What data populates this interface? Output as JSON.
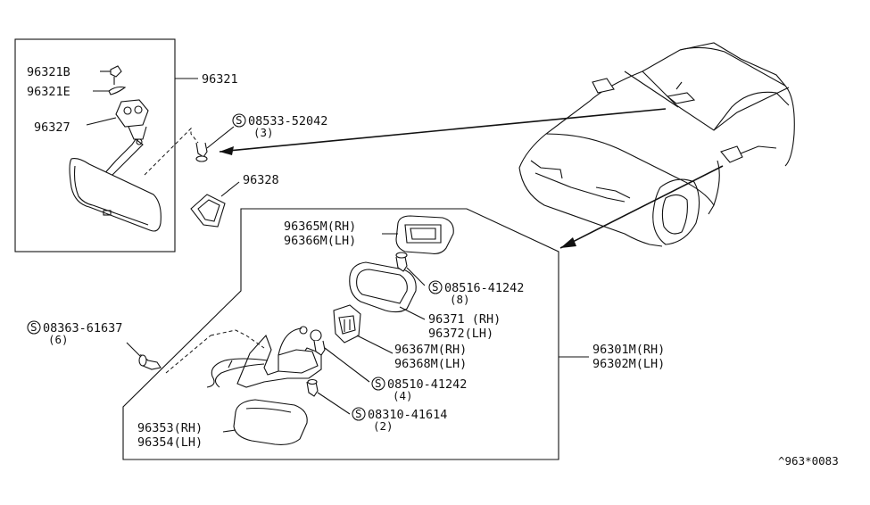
{
  "footer_code": "^963*0083",
  "inner_mirror": {
    "labels": {
      "p96321B": "96321B",
      "p96321E": "96321E",
      "p96321": "96321",
      "p96327": "96327",
      "p96328": "96328"
    },
    "screw": {
      "number": "08533-52042",
      "qty": "(3)"
    }
  },
  "door_mirror": {
    "labels": {
      "glass_rh": "96365M(RH)",
      "glass_lh": "96366M(LH)",
      "holder_rh": "96371 (RH)",
      "holder_lh": "96372(LH)",
      "actuator_rh": "96367M(RH)",
      "actuator_lh": "96368M(LH)",
      "assy_rh": "96301M(RH)",
      "assy_lh": "96302M(LH)",
      "cover_rh": "96353(RH)",
      "cover_lh": "96354(LH)"
    },
    "screws": [
      {
        "number": "08516-41242",
        "qty": "(8)"
      },
      {
        "number": "08510-41242",
        "qty": "(4)"
      },
      {
        "number": "08310-41614",
        "qty": "(2)"
      },
      {
        "number": "08363-61637",
        "qty": "(6)"
      }
    ]
  },
  "symbols": {
    "screw_symbol": "S"
  }
}
